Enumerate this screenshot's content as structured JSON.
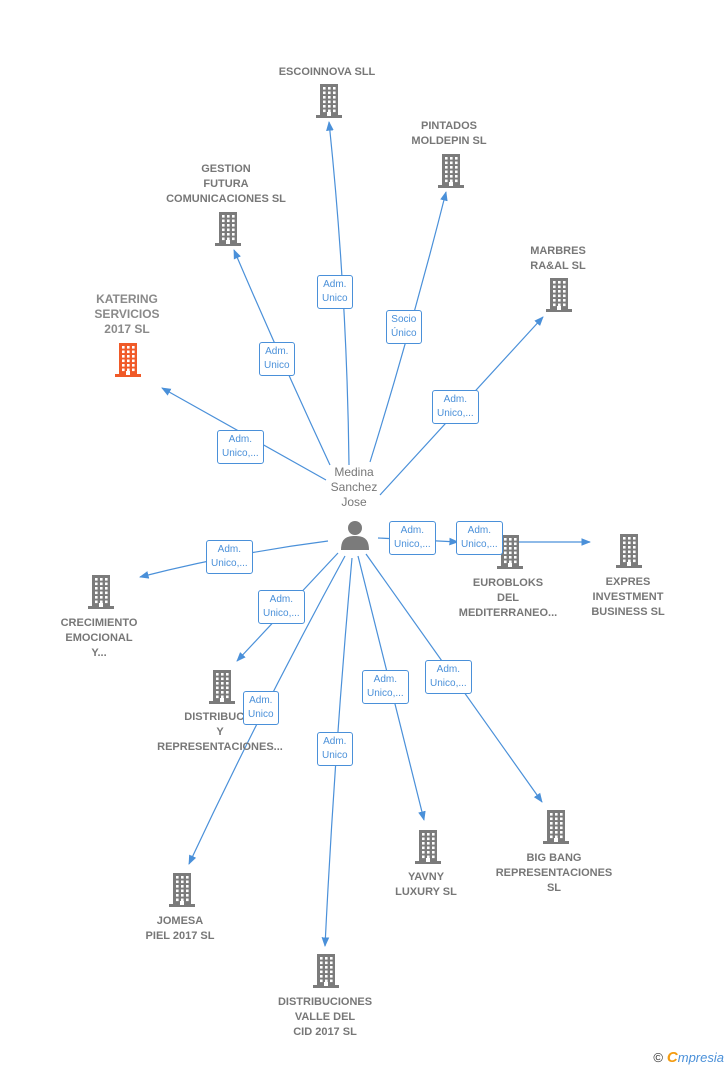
{
  "colors": {
    "edge": "#4a90d9",
    "building": "#7b7b7b",
    "highlight": "#f05a28"
  },
  "center": {
    "name_lines": [
      "Medina",
      "Sanchez",
      "Jose"
    ]
  },
  "nodes": [
    {
      "id": "escoinnova",
      "lines": [
        "ESCOINNOVA SLL"
      ],
      "highlight": false
    },
    {
      "id": "pintados",
      "lines": [
        "PINTADOS",
        "MOLDEPIN  SL"
      ],
      "highlight": false
    },
    {
      "id": "gestion",
      "lines": [
        "GESTION",
        "FUTURA",
        "COMUNICACIONES SL"
      ],
      "highlight": false
    },
    {
      "id": "marbres",
      "lines": [
        "MARBRES",
        "RA&AL SL"
      ],
      "highlight": false
    },
    {
      "id": "katering",
      "lines": [
        "KATERING",
        "SERVICIOS",
        "2017  SL"
      ],
      "highlight": true
    },
    {
      "id": "eurobloks",
      "lines": [
        "EUROBLOKS",
        "DEL",
        "MEDITERRANEO..."
      ],
      "highlight": false
    },
    {
      "id": "expres",
      "lines": [
        "EXPRES",
        "INVESTMENT",
        "BUSINESS  SL"
      ],
      "highlight": false
    },
    {
      "id": "crecimiento",
      "lines": [
        "CRECIMIENTO",
        "EMOCIONAL",
        "Y..."
      ],
      "highlight": false
    },
    {
      "id": "distribucio",
      "lines": [
        "DISTRIBUCIO",
        "Y",
        "REPRESENTACIONES..."
      ],
      "highlight": false
    },
    {
      "id": "jomesa",
      "lines": [
        "JOMESA",
        "PIEL 2017  SL"
      ],
      "highlight": false
    },
    {
      "id": "valle",
      "lines": [
        "DISTRIBUCIONES",
        "VALLE DEL",
        "CID 2017  SL"
      ],
      "highlight": false
    },
    {
      "id": "yavny",
      "lines": [
        "YAVNY",
        "LUXURY  SL"
      ],
      "highlight": false
    },
    {
      "id": "bigbang",
      "lines": [
        "BIG BANG",
        "REPRESENTACIONES",
        "SL"
      ],
      "highlight": false
    }
  ],
  "edges": [
    {
      "to": "escoinnova",
      "label_lines": [
        "Adm.",
        "Unico"
      ]
    },
    {
      "to": "pintados",
      "label_lines": [
        "Socio",
        "Único"
      ]
    },
    {
      "to": "gestion",
      "label_lines": [
        "Adm.",
        "Unico"
      ]
    },
    {
      "to": "marbres",
      "label_lines": [
        "Adm.",
        "Unico,..."
      ]
    },
    {
      "to": "katering",
      "label_lines": [
        "Adm.",
        "Unico,..."
      ]
    },
    {
      "to": "eurobloks",
      "label_lines": [
        "Adm.",
        "Unico,..."
      ]
    },
    {
      "to": "expres",
      "label_lines": [
        "Adm.",
        "Unico,..."
      ]
    },
    {
      "to": "crecimiento",
      "label_lines": [
        "Adm.",
        "Unico,..."
      ]
    },
    {
      "to": "distribucio",
      "label_lines": [
        "Adm.",
        "Unico,..."
      ]
    },
    {
      "to": "jomesa",
      "label_lines": [
        "Adm.",
        "Unico"
      ]
    },
    {
      "to": "valle",
      "label_lines": [
        "Adm.",
        "Unico"
      ]
    },
    {
      "to": "yavny",
      "label_lines": [
        "Adm.",
        "Unico,..."
      ]
    },
    {
      "to": "bigbang",
      "label_lines": [
        "Adm.",
        "Unico,..."
      ]
    }
  ],
  "footer": {
    "copyright": "©",
    "brand_initial": "C",
    "brand_rest": "mpresia"
  }
}
